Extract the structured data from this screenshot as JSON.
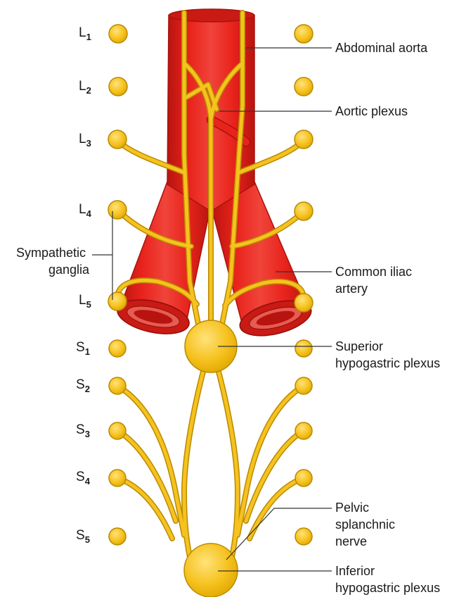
{
  "colors": {
    "artery": "#e8231c",
    "artery_dark": "#a8130f",
    "nerve": "#f6c21f",
    "nerve_edge": "#b98a00",
    "leader": "#333333",
    "text": "#1a1a1a"
  },
  "segments": [
    {
      "letter": "L",
      "sub": "1"
    },
    {
      "letter": "L",
      "sub": "2"
    },
    {
      "letter": "L",
      "sub": "3"
    },
    {
      "letter": "L",
      "sub": "4"
    },
    {
      "letter": "L",
      "sub": "5"
    },
    {
      "letter": "S",
      "sub": "1"
    },
    {
      "letter": "S",
      "sub": "2"
    },
    {
      "letter": "S",
      "sub": "3"
    },
    {
      "letter": "S",
      "sub": "4"
    },
    {
      "letter": "S",
      "sub": "5"
    }
  ],
  "labels": {
    "abdominal_aorta": "Abdominal aorta",
    "aortic_plexus": "Aortic plexus",
    "sympathetic_ganglia": [
      "Sympathetic",
      "ganglia"
    ],
    "common_iliac_artery": [
      "Common iliac",
      "artery"
    ],
    "superior_hypogastric_plexus": [
      "Superior",
      "hypogastric plexus"
    ],
    "pelvic_splanchnic_nerve": [
      "Pelvic",
      "splanchnic",
      "nerve"
    ],
    "inferior_hypogastric_plexus": [
      "Inferior",
      "hypogastric plexus"
    ]
  }
}
